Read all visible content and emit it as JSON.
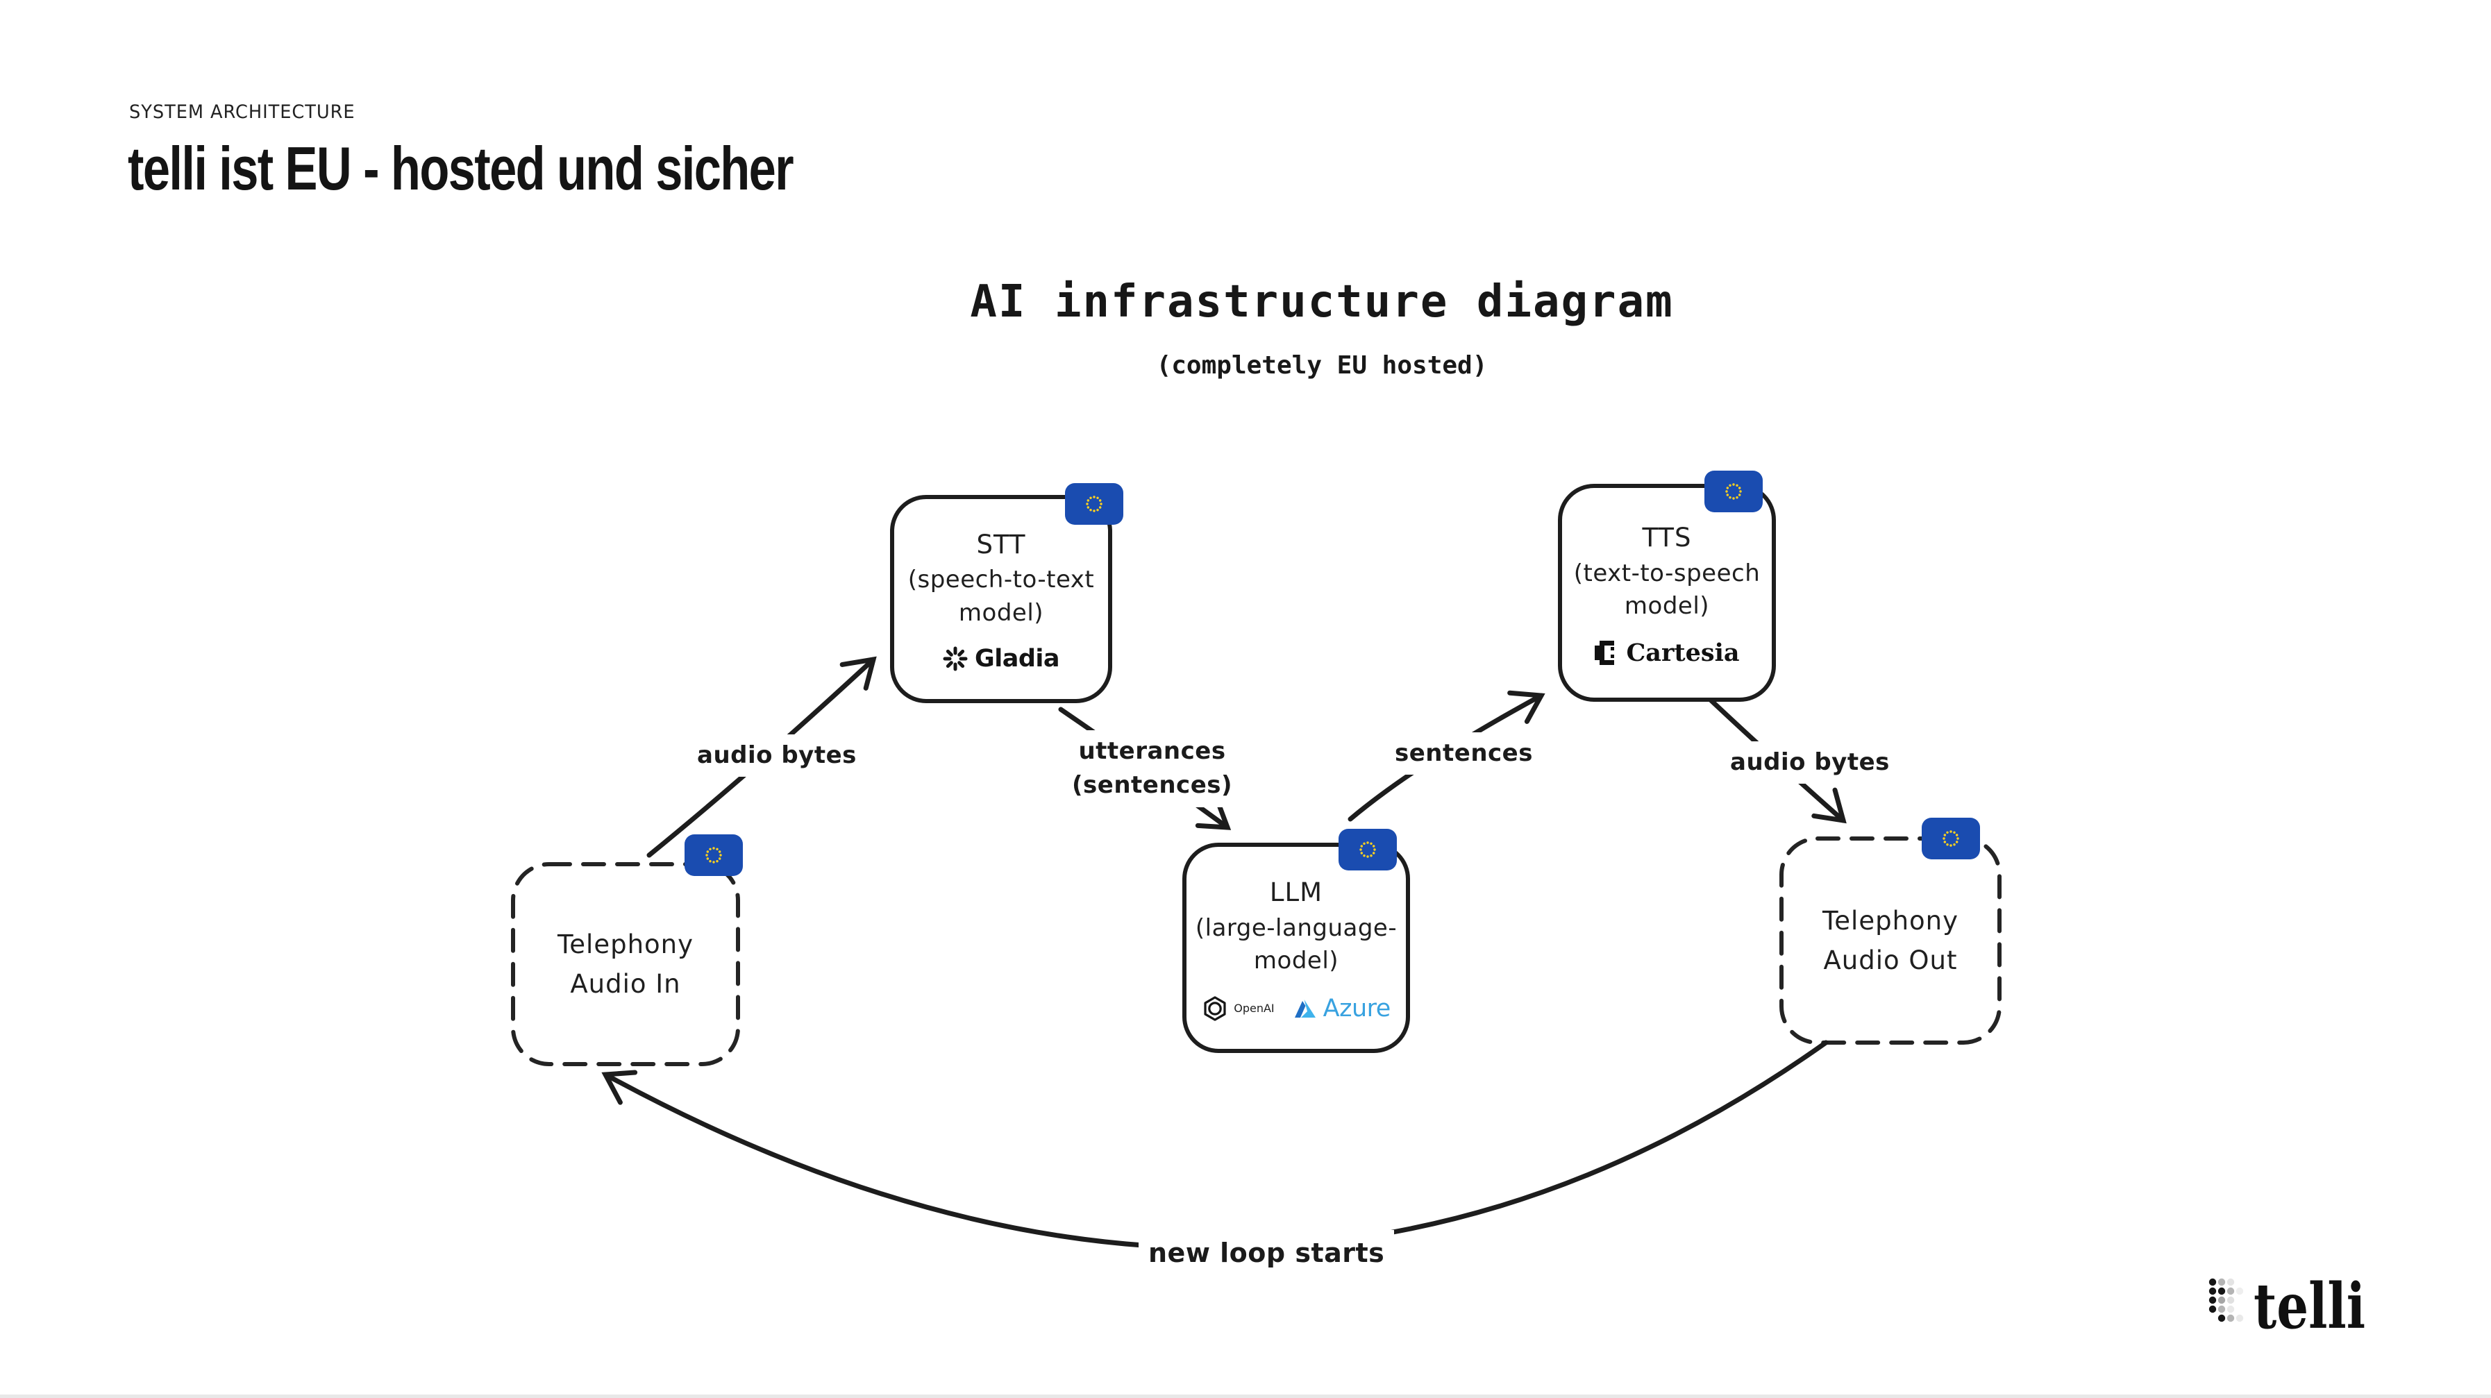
{
  "header": {
    "eyebrow": "SYSTEM ARCHITECTURE",
    "headline": "telli ist EU - hosted und sicher"
  },
  "diagram": {
    "title": "AI infrastructure diagram",
    "subtitle": "(completely EU hosted)",
    "nodes": {
      "stt": {
        "title": "STT",
        "line2": "(speech-to-text",
        "line3": "model)",
        "provider": "Gladia"
      },
      "tts": {
        "title": "TTS",
        "line2": "(text-to-speech",
        "line3": "model)",
        "provider": "Cartesia"
      },
      "llm": {
        "title": "LLM",
        "line2": "(large-language-",
        "line3": "model)",
        "providers": {
          "openai": "OpenAI",
          "azure": "Azure"
        }
      },
      "tel_in": {
        "line1": "Telephony",
        "line2": "Audio In"
      },
      "tel_out": {
        "line1": "Telephony",
        "line2": "Audio Out"
      }
    },
    "edges": {
      "audio_bytes_in": "audio bytes",
      "utterances_line1": "utterances",
      "utterances_line2": "(sentences)",
      "sentences": "sentences",
      "audio_bytes_out": "audio bytes",
      "loop": "new loop starts"
    }
  },
  "footer": {
    "brand": "telli"
  },
  "colors": {
    "ink": "#1d1d1d",
    "eu_blue": "#1a4cb0",
    "eu_star_yellow": "#ffd21e",
    "azure_blue": "#38a2e0",
    "background": "#ffffff"
  }
}
